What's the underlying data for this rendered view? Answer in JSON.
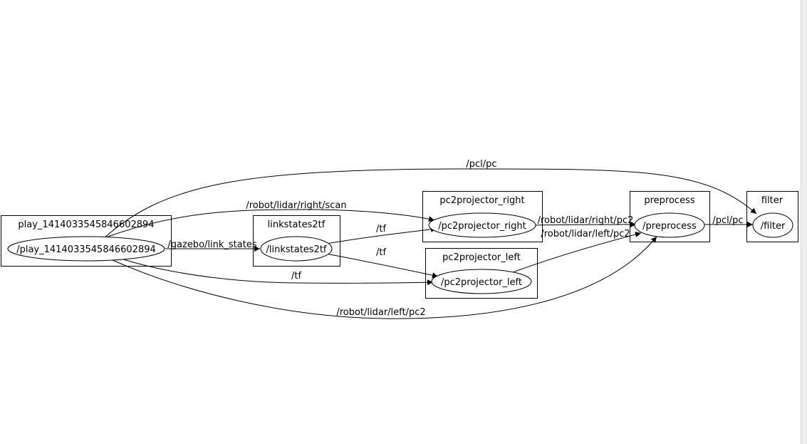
{
  "clusters": {
    "play": "play_1414033545846602894",
    "linkstates2tf": "linkstates2tf",
    "pc2projector_right": "pc2projector_right",
    "pc2projector_left": "pc2projector_left",
    "preprocess": "preprocess",
    "filter": "filter"
  },
  "nodes": {
    "play": "/play_1414033545846602894",
    "linkstates2tf": "/linkstates2tf",
    "pc2projector_right": "/pc2projector_right",
    "pc2projector_left": "/pc2projector_left",
    "preprocess": "/preprocess",
    "filter": "/filter"
  },
  "edges": {
    "pcl_pc_top": "/pcl/pc",
    "right_scan": "/robot/lidar/right/scan",
    "link_states": "/gazebo/link_states",
    "tf_to_right": "/tf",
    "tf_to_left": "/tf",
    "tf_play_to_left": "/tf",
    "left_pc2_bottom": "/robot/lidar/left/pc2",
    "right_pc2": "/robot/lidar/right/pc2",
    "left_pc2": "/robot/lidar/left/pc2",
    "pcl_pc_short": "/pcl/pc"
  }
}
